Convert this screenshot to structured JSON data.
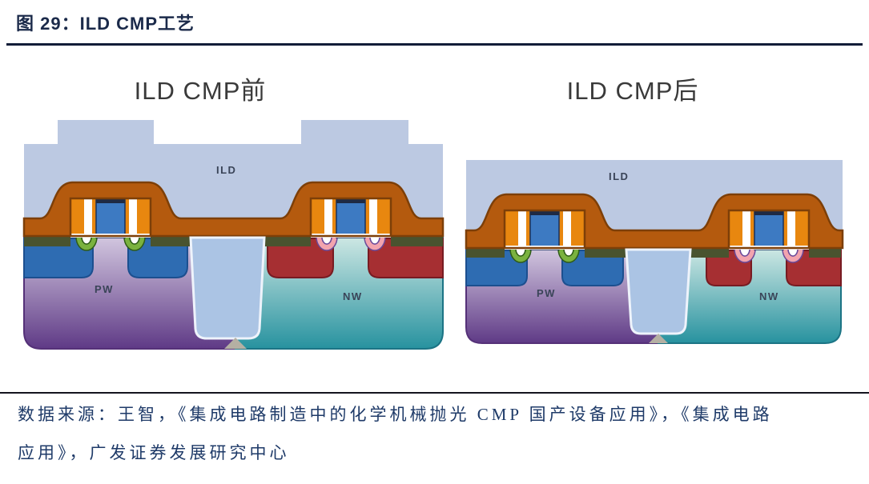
{
  "figure_header": {
    "title": "图 29：ILD CMP工艺"
  },
  "panels": {
    "before": {
      "title": "ILD CMP前",
      "labels": {
        "ild": "ILD",
        "pw": "PW",
        "nw": "NW"
      }
    },
    "after": {
      "title": "ILD CMP后",
      "labels": {
        "ild": "ILD",
        "pw": "PW",
        "nw": "NW"
      }
    }
  },
  "source": {
    "line1": "数据来源：王智，《集成电路制造中的化学机械抛光 CMP 国产设备应用》，《集成电路",
    "line2": "应用》，广发证券发展研究中心"
  },
  "colors": {
    "headline_navy": "#1b2a4a",
    "rule_dark": "#101c38",
    "source_text_navy": "#1e3a68",
    "ild_light_blue": "#bcc9e2",
    "conformal_orange": "#b45a0e",
    "conformal_outline": "#7d3f08",
    "spacer_orange": "#e8870f",
    "gate_blue": "#3d7ac2",
    "gate_cap_dark": "#1e2a44",
    "silicide_olive": "#49532f",
    "nmos_sd_blue": "#2e6cb2",
    "pmos_sd_red": "#a62f32",
    "ldd_green": "#7ab23f",
    "ldd_pink": "#f2a4ae",
    "pw_purple": "#5f3a86",
    "nw_teal": "#27929f",
    "sti_fill": "#abc4e4",
    "label_slate": "#3a4458"
  }
}
